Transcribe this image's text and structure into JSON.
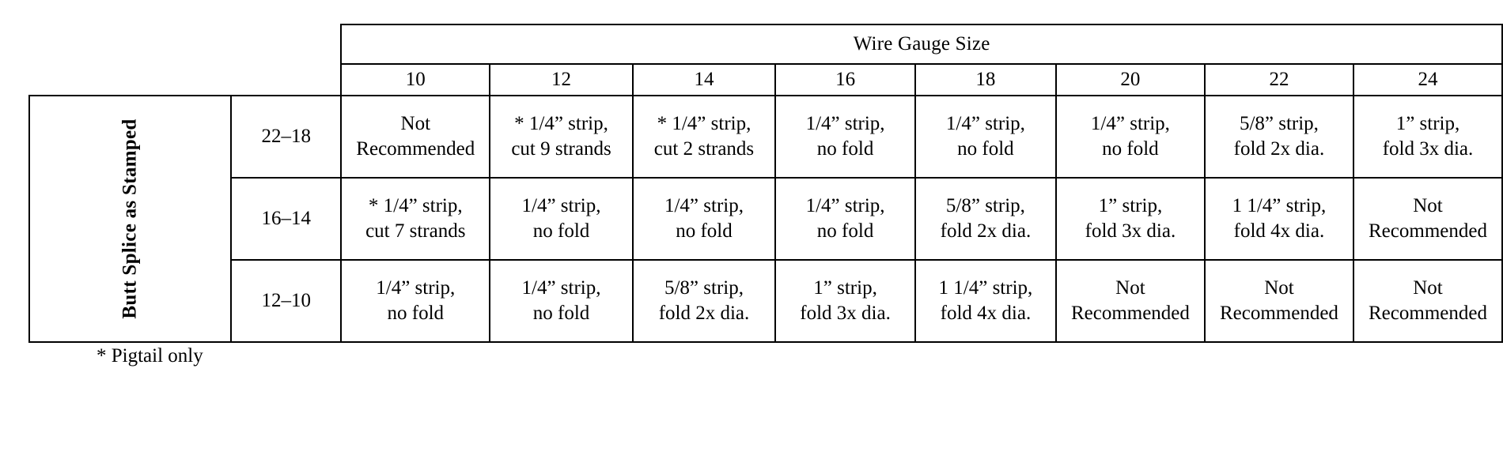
{
  "table": {
    "super_header": "Wire Gauge Size",
    "row_group_label": "Butt Splice as Stamped",
    "column_headers": [
      "10",
      "12",
      "14",
      "16",
      "18",
      "20",
      "22",
      "24"
    ],
    "rows": [
      {
        "label": "22–18",
        "cells": [
          {
            "line1": "Not",
            "line2": "Recommended"
          },
          {
            "line1": "* 1/4” strip,",
            "line2": "cut 9 strands"
          },
          {
            "line1": "* 1/4” strip,",
            "line2": "cut 2 strands"
          },
          {
            "line1": "1/4” strip,",
            "line2": "no fold"
          },
          {
            "line1": "1/4” strip,",
            "line2": "no fold"
          },
          {
            "line1": "1/4” strip,",
            "line2": "no fold"
          },
          {
            "line1": "5/8” strip,",
            "line2": "fold 2x dia."
          },
          {
            "line1": "1” strip,",
            "line2": "fold 3x dia."
          }
        ]
      },
      {
        "label": "16–14",
        "cells": [
          {
            "line1": "* 1/4” strip,",
            "line2": "cut 7 strands"
          },
          {
            "line1": "1/4” strip,",
            "line2": "no fold"
          },
          {
            "line1": "1/4” strip,",
            "line2": "no fold"
          },
          {
            "line1": "1/4” strip,",
            "line2": "no fold"
          },
          {
            "line1": "5/8” strip,",
            "line2": "fold 2x dia."
          },
          {
            "line1": "1” strip,",
            "line2": "fold 3x dia."
          },
          {
            "line1": "1 1/4” strip,",
            "line2": "fold 4x dia."
          },
          {
            "line1": "Not",
            "line2": "Recommended"
          }
        ]
      },
      {
        "label": "12–10",
        "cells": [
          {
            "line1": "1/4” strip,",
            "line2": "no fold"
          },
          {
            "line1": "1/4” strip,",
            "line2": "no fold"
          },
          {
            "line1": "5/8” strip,",
            "line2": "fold 2x dia."
          },
          {
            "line1": "1” strip,",
            "line2": "fold 3x dia."
          },
          {
            "line1": "1 1/4” strip,",
            "line2": "fold 4x dia."
          },
          {
            "line1": "Not",
            "line2": "Recommended"
          },
          {
            "line1": "Not",
            "line2": "Recommended"
          },
          {
            "line1": "Not",
            "line2": "Recommended"
          }
        ]
      }
    ]
  },
  "footnote": "* Pigtail only"
}
